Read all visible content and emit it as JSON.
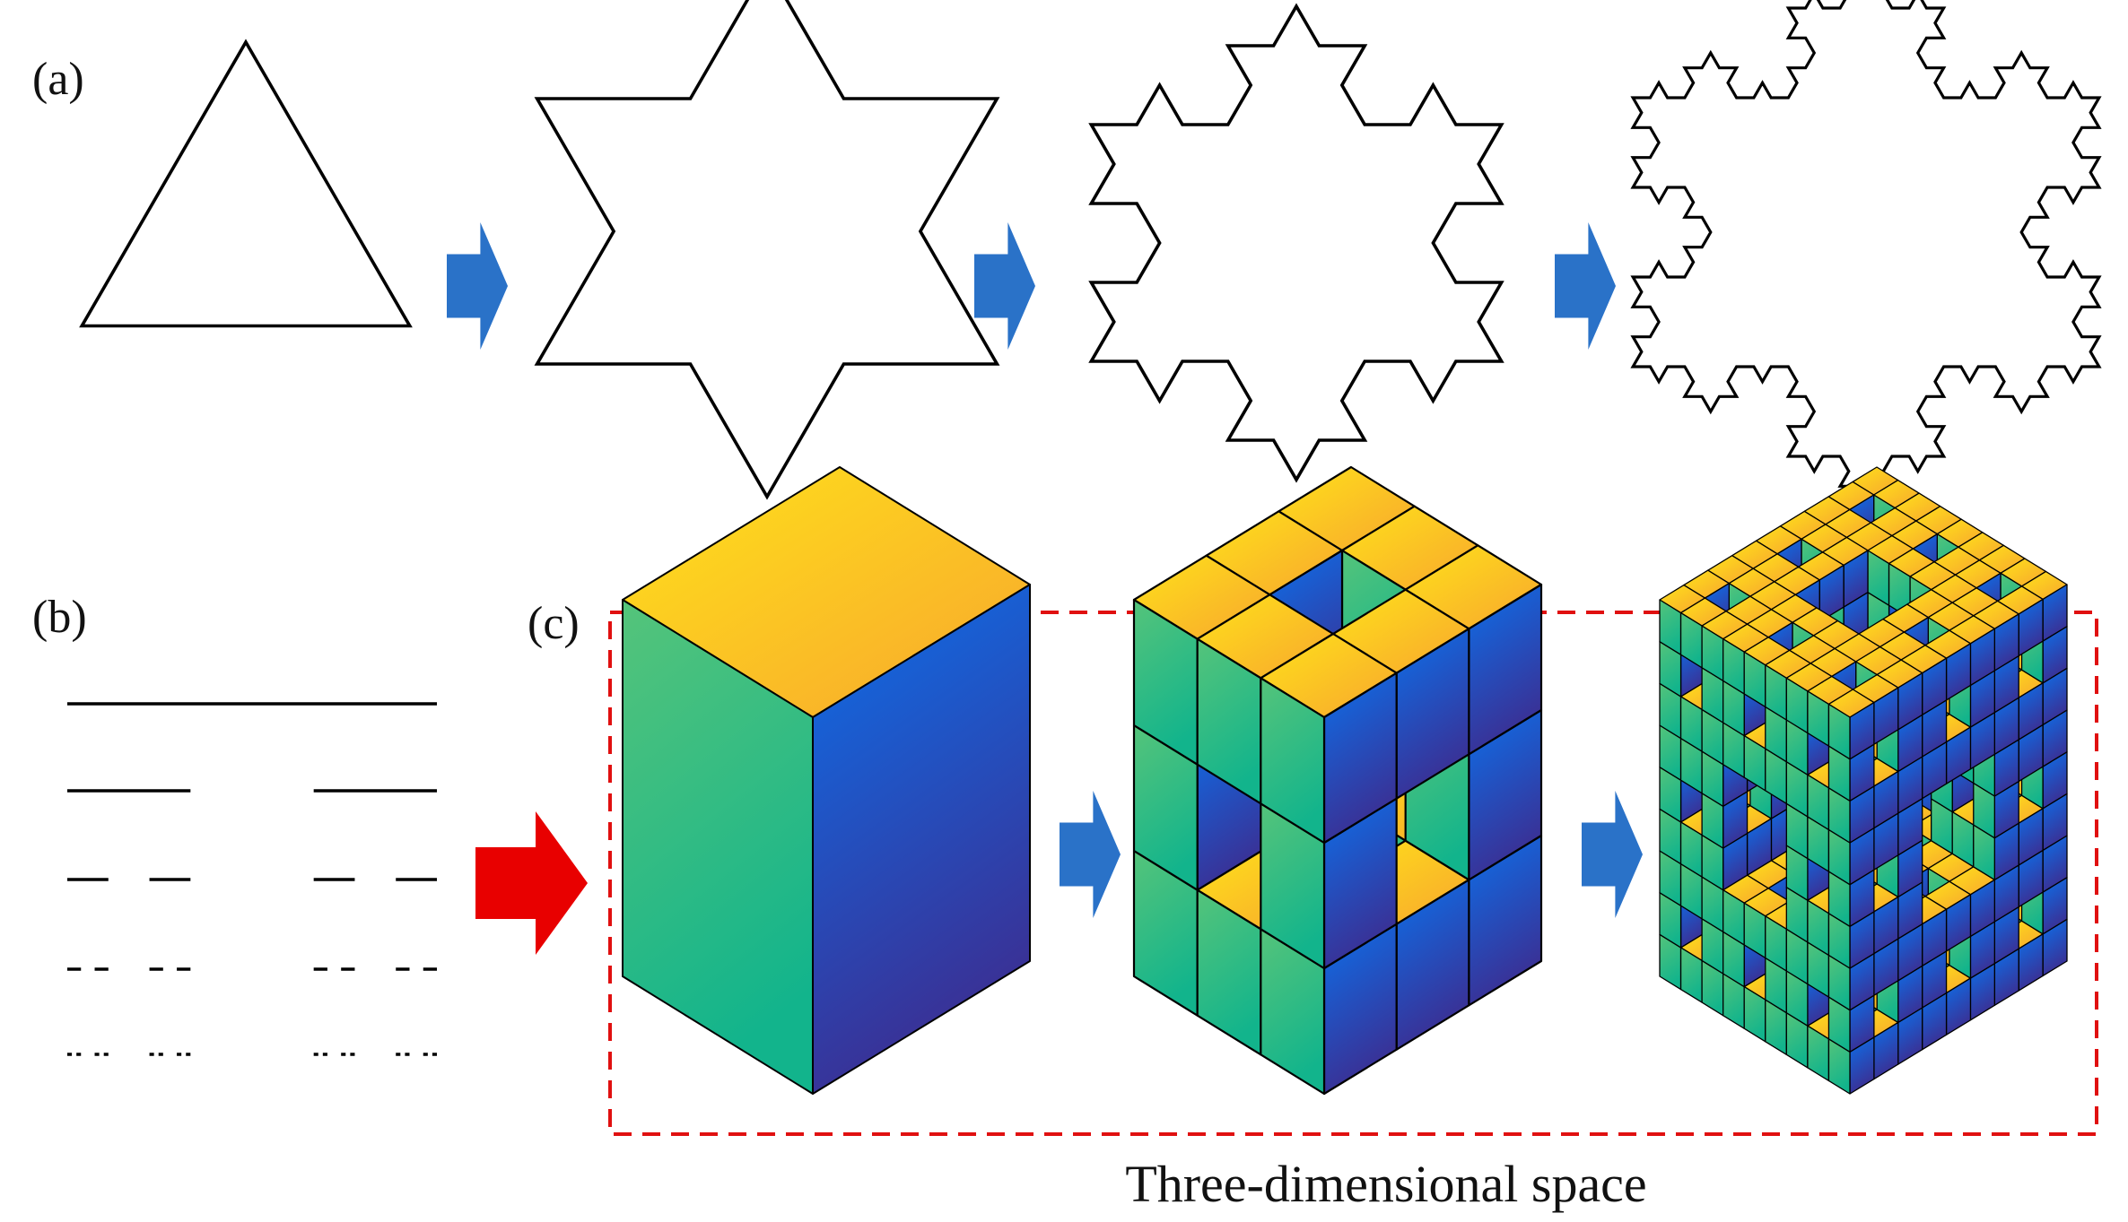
{
  "panels": {
    "a": {
      "label": "(a)"
    },
    "b": {
      "label": "(b)",
      "cantor_levels": 5
    },
    "c": {
      "label": "(c)",
      "caption": "Three-dimensional space"
    }
  },
  "koch_iterations": [
    0,
    1,
    2,
    3
  ],
  "menger_iterations": [
    0,
    1,
    2
  ],
  "colors": {
    "outline": "#000000",
    "blue_arrow": "#2a72c8",
    "red_arrow": "#e80000",
    "dashed_box": "#e01010",
    "cube_top_light": "#ffd21f",
    "cube_top_dark": "#f9a52b",
    "cube_left_light": "#4cc07a",
    "cube_left_dark": "#20b589",
    "cube_right_light": "#1173e6",
    "cube_right_dark": "#3a2f96"
  }
}
